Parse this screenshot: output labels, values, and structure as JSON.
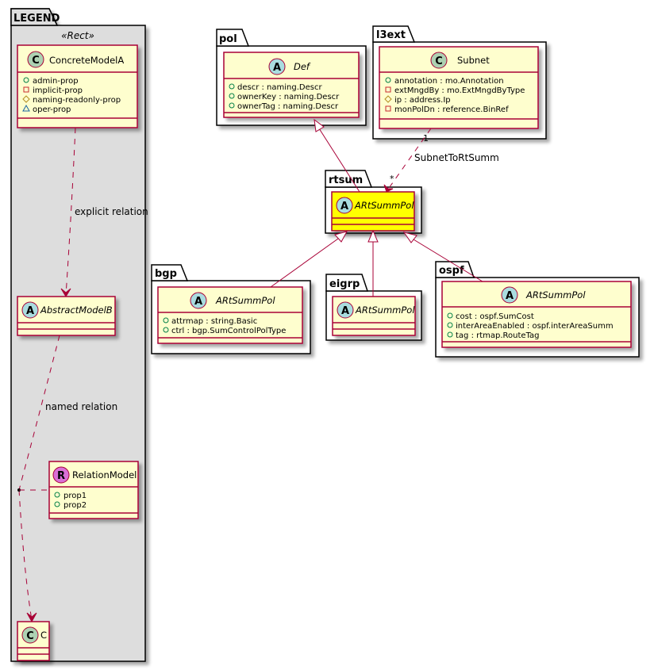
{
  "colors": {
    "class_fill": "#FEFECE",
    "highlight_fill": "#FFFF00",
    "border": "#A80036",
    "legend_fill": "#DDDDDD",
    "package_fill": "#FFFFFF",
    "circle_C": "#ADD1B2",
    "circle_A": "#A9DCDF",
    "circle_R": "#DA70D6",
    "vis_public": "#038048",
    "vis_private": "#C82930",
    "vis_protected": "#B38D22",
    "vis_package": "#1963A0"
  },
  "legend": {
    "package_name": "LEGEND",
    "stereotype": "«Rect»",
    "concrete_model": {
      "circle": "C",
      "name": "ConcreteModelA",
      "attributes": [
        {
          "vis": "public",
          "text": "admin-prop"
        },
        {
          "vis": "private",
          "text": "implicit-prop"
        },
        {
          "vis": "protected",
          "text": "naming-readonly-prop"
        },
        {
          "vis": "package",
          "text": "oper-prop"
        }
      ]
    },
    "explicit_relation_label": "explicit relation",
    "abstract_model": {
      "circle": "A",
      "name": "AbstractModelB"
    },
    "named_relation_label": "named relation",
    "relation_model": {
      "circle": "R",
      "name": "RelationModel",
      "attributes": [
        {
          "vis": "public",
          "text": "prop1"
        },
        {
          "vis": "public",
          "text": "prop2"
        }
      ]
    },
    "target_class": {
      "circle": "C",
      "name": "C"
    }
  },
  "packages": {
    "pol": {
      "name": "pol",
      "class": {
        "circle": "A",
        "name": "Def",
        "attributes": [
          {
            "vis": "public",
            "text": "descr : naming.Descr"
          },
          {
            "vis": "public",
            "text": "ownerKey : naming.Descr"
          },
          {
            "vis": "public",
            "text": "ownerTag : naming.Descr"
          }
        ]
      }
    },
    "l3ext": {
      "name": "l3ext",
      "class": {
        "circle": "C",
        "name": "Subnet",
        "attributes": [
          {
            "vis": "public",
            "text": "annotation : mo.Annotation"
          },
          {
            "vis": "private",
            "text": "extMngdBy : mo.ExtMngdByType"
          },
          {
            "vis": "protected",
            "text": "ip : address.Ip"
          },
          {
            "vis": "private",
            "text": "monPolDn : reference.BinRef"
          }
        ]
      }
    },
    "rtsum": {
      "name": "rtsum",
      "class": {
        "circle": "A",
        "name": "ARtSummPol"
      }
    },
    "bgp": {
      "name": "bgp",
      "class": {
        "circle": "A",
        "name": "ARtSummPol",
        "attributes": [
          {
            "vis": "public",
            "text": "attrmap : string.Basic"
          },
          {
            "vis": "public",
            "text": "ctrl : bgp.SumControlPolType"
          }
        ]
      }
    },
    "eigrp": {
      "name": "eigrp",
      "class": {
        "circle": "A",
        "name": "ARtSummPol"
      }
    },
    "ospf": {
      "name": "ospf",
      "class": {
        "circle": "A",
        "name": "ARtSummPol",
        "attributes": [
          {
            "vis": "public",
            "text": "cost : ospf.SumCost"
          },
          {
            "vis": "public",
            "text": "interAreaEnabled : ospf.interAreaSumm"
          },
          {
            "vis": "public",
            "text": "tag : rtmap.RouteTag"
          }
        ]
      }
    }
  },
  "relations": {
    "subnet_to_rtsumm": {
      "label": "SubnetToRtSumm",
      "source_multiplicity": "1",
      "target_multiplicity": "*"
    }
  }
}
